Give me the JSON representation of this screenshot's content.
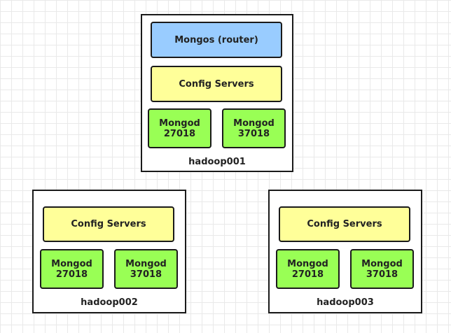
{
  "hosts": [
    {
      "name": "hadoop001",
      "router": "Mongos (router)",
      "config": "Config Servers",
      "mongods": [
        {
          "name": "Mongod",
          "port": "27018"
        },
        {
          "name": "Mongod",
          "port": "37018"
        }
      ]
    },
    {
      "name": "hadoop002",
      "config": "Config Servers",
      "mongods": [
        {
          "name": "Mongod",
          "port": "27018"
        },
        {
          "name": "Mongod",
          "port": "37018"
        }
      ]
    },
    {
      "name": "hadoop003",
      "config": "Config Servers",
      "mongods": [
        {
          "name": "Mongod",
          "port": "27018"
        },
        {
          "name": "Mongod",
          "port": "37018"
        }
      ]
    }
  ],
  "colors": {
    "router": "#99ccff",
    "config": "#ffff99",
    "mongod": "#99ff55",
    "border": "#1a1a1a"
  }
}
